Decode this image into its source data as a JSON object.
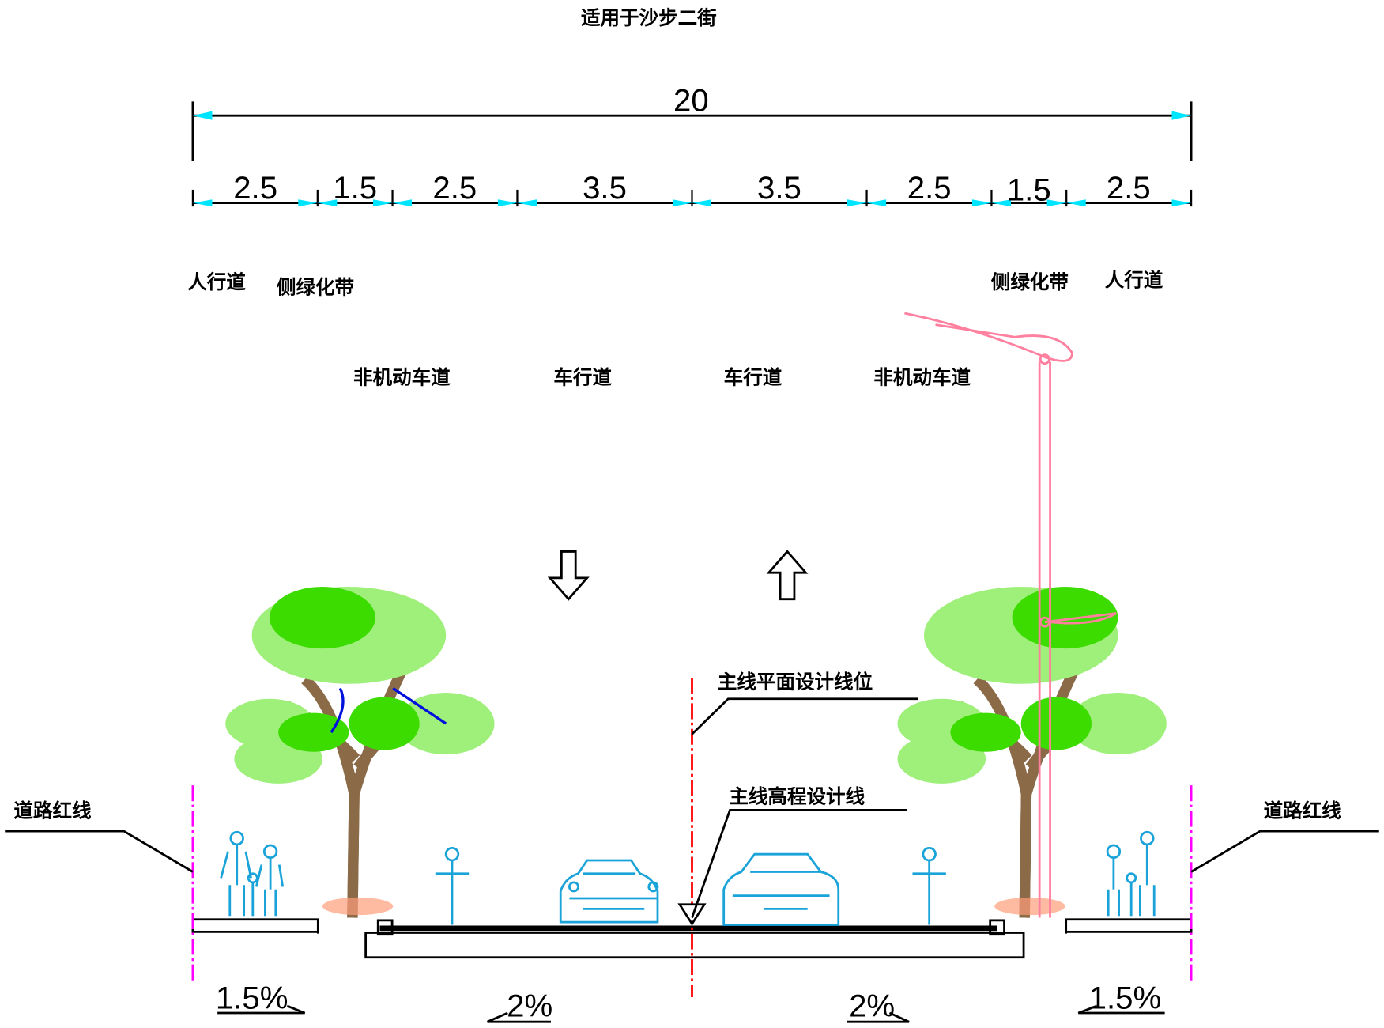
{
  "title": "适用于沙步二街",
  "total_width": "20",
  "segments": [
    "2.5",
    "1.5",
    "2.5",
    "3.5",
    "3.5",
    "2.5",
    "1.5",
    "2.5"
  ],
  "zone_labels": {
    "left_sidewalk": "人行道",
    "left_green": "侧绿化带",
    "left_bike": "非机动车道",
    "left_lane": "车行道",
    "right_lane": "车行道",
    "right_bike": "非机动车道",
    "right_green": "侧绿化带",
    "right_sidewalk": "人行道"
  },
  "annotations": {
    "plan_line": "主线平面设计线位",
    "profile_line": "主线高程设计线",
    "red_line_left": "道路红线",
    "red_line_right": "道路红线"
  },
  "slopes": [
    "1.5%",
    "2%",
    "2%",
    "1.5%"
  ],
  "colors": {
    "dimension_tick": "#00e5ff",
    "centerline": "#ff0000",
    "red_line": "#ff00ff",
    "lamp": "#ff7f9f",
    "tree_light": "#9ef07a",
    "tree_dark": "#3ddc00",
    "trunk": "#8b6a47",
    "figures": "#1aa3d9"
  }
}
